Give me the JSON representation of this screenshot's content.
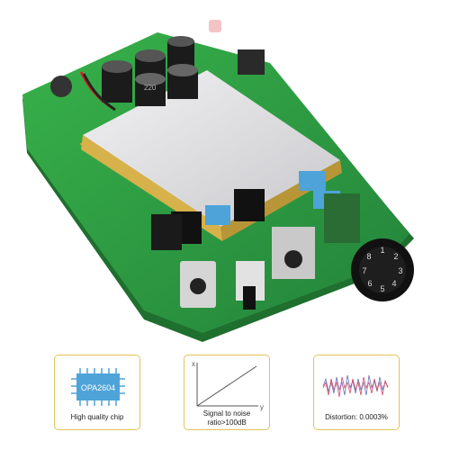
{
  "features": [
    {
      "icon": "chip-icon",
      "chip_label": "OPA2604",
      "caption": "High quality chip"
    },
    {
      "icon": "snr-graph-icon",
      "axis_x": "y",
      "axis_y": "x",
      "caption_line1": "Signal to noise",
      "caption_line2": "ratio>100dB"
    },
    {
      "icon": "waveform-icon",
      "caption": "Distortion: 0.0003%"
    }
  ],
  "colors": {
    "pcb": "#2e9e3e",
    "battery": "#d9d9dc",
    "card_border": "#e2c35a",
    "chip_blue": "#4ea3d8"
  },
  "knob_numbers": [
    "1",
    "2",
    "3",
    "4",
    "5",
    "6",
    "7",
    "8"
  ],
  "capacitor_text": "220"
}
